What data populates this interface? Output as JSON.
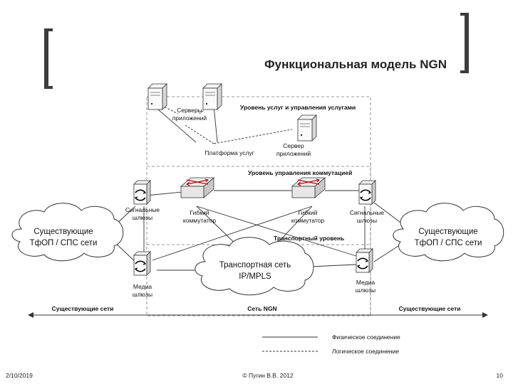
{
  "title": "Функциональная модель NGN",
  "levels": {
    "services": "Уровень услуг и управления услугами",
    "switching": "Уровень управления коммутацией",
    "transport": "Транспортный уровень"
  },
  "nodes": {
    "app_servers": [
      "Серверы",
      "приложений"
    ],
    "service_platform": "Платформа услуг",
    "app_server": [
      "Сервер",
      "приложений"
    ],
    "sig_gw_left": [
      "Сигнальные",
      "шлюзы"
    ],
    "softswitch_left": [
      "Гибкий",
      "коммутатор"
    ],
    "softswitch_right": [
      "Гибкий",
      "коммутатор"
    ],
    "sig_gw_right": [
      "Сигнальные",
      "шлюзы"
    ],
    "media_gw_left": [
      "Медиа",
      "шлюзы"
    ],
    "media_gw_right": [
      "Медиа",
      "шлюзы"
    ]
  },
  "clouds": {
    "left": [
      "Существующие",
      "ТфОП / СПС сети"
    ],
    "right": [
      "Существующие",
      "ТфОП / СПС сети"
    ],
    "center": [
      "Транспортная сеть",
      "IP/MPLS"
    ]
  },
  "zones": {
    "left": "Существующие сети",
    "center": "Сеть NGN",
    "right": "Существующие сети"
  },
  "legend": {
    "physical": "Физическое соединение",
    "logical": "Логическое соединение"
  },
  "footer": {
    "date": "2/10/2019",
    "copyright": "© Пугин В.В. 2012",
    "page": "10"
  }
}
